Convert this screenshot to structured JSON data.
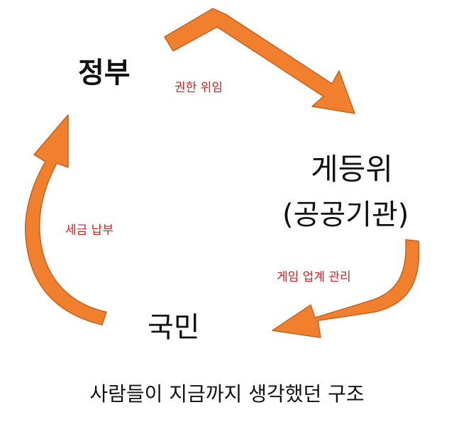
{
  "nodes": {
    "government": "정부",
    "game_rating_board_line1": "게등위",
    "game_rating_board_line2": "(공공기관)",
    "citizens": "국민"
  },
  "edges": {
    "government_to_board": "권한 위임",
    "board_to_citizens": "게임 업계 관리",
    "citizens_to_government": "세금 납부"
  },
  "caption": "사람들이 지금까지 생각했던 구조",
  "colors": {
    "arrow": "#f0802e",
    "arrow_outline": "#c9601c",
    "edge_label": "#d81e1e",
    "node_text": "#111111"
  }
}
